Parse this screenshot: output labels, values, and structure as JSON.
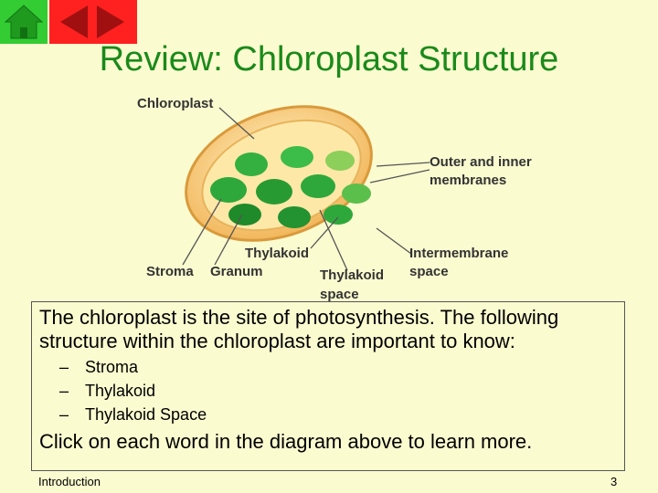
{
  "nav": {
    "home_label": "Home",
    "back_label": "Back"
  },
  "title": "Review:  Chloroplast Structure",
  "diagram": {
    "labels": {
      "chloroplast": "Chloroplast",
      "outer_inner_1": "Outer and inner",
      "outer_inner_2": "membranes",
      "thylakoid": "Thylakoid",
      "stroma": "Stroma",
      "granum": "Granum",
      "thylakoid_space_1": "Thylakoid",
      "thylakoid_space_2": "space",
      "intermembrane_1": "Intermembrane",
      "intermembrane_2": "space"
    }
  },
  "body": {
    "intro": "The chloroplast is the site of photosynthesis.  The following structure within the chloroplast are important to know:",
    "bullets": [
      "Stroma",
      "Thylakoid",
      "Thylakoid Space"
    ],
    "click_line": "Click on each word in the diagram above to learn more."
  },
  "footer": {
    "section": "Introduction",
    "page_number": "3"
  },
  "colors": {
    "title": "#1a8a1a",
    "background": "#fbfbd0",
    "home": "#33cc33",
    "back": "#ff2020"
  }
}
